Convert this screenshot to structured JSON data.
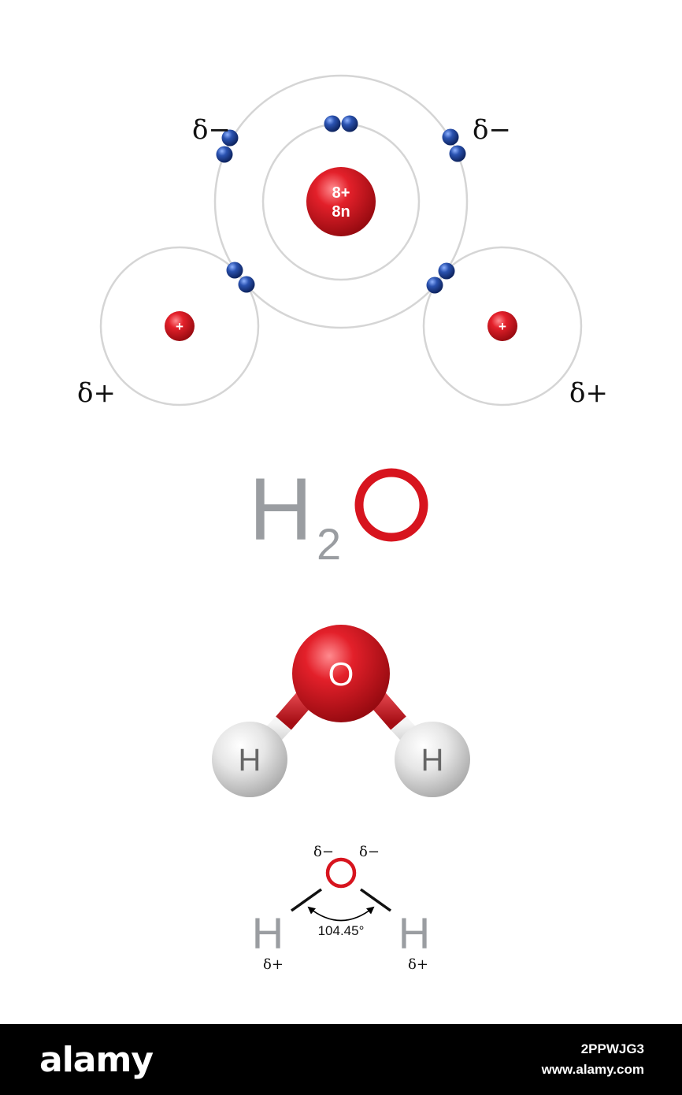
{
  "atom_model": {
    "oxygen_nucleus": {
      "line1": "8+",
      "line2": "8n"
    },
    "hydrogen_nucleus": "+",
    "partial_negative": "δ−",
    "partial_positive": "δ+",
    "electron_count": 10
  },
  "formula": {
    "h": "H",
    "subscript": "2",
    "o": "O"
  },
  "ball_model": {
    "oxygen": "O",
    "hydrogen": "H"
  },
  "structural": {
    "oxygen": "O",
    "hydrogen": "H",
    "partial_negative": "δ−",
    "partial_positive": "δ+",
    "angle": "104.45°"
  },
  "colors": {
    "oxygen_red": "#d7141e",
    "hydrogen_gray": "#9a9da1",
    "electron_blue": "#1f3f8c",
    "shell_gray": "#d5d5d5"
  },
  "footer": {
    "logo": "alamy",
    "image_code": "2PPWJG3",
    "site": "www.alamy.com"
  }
}
